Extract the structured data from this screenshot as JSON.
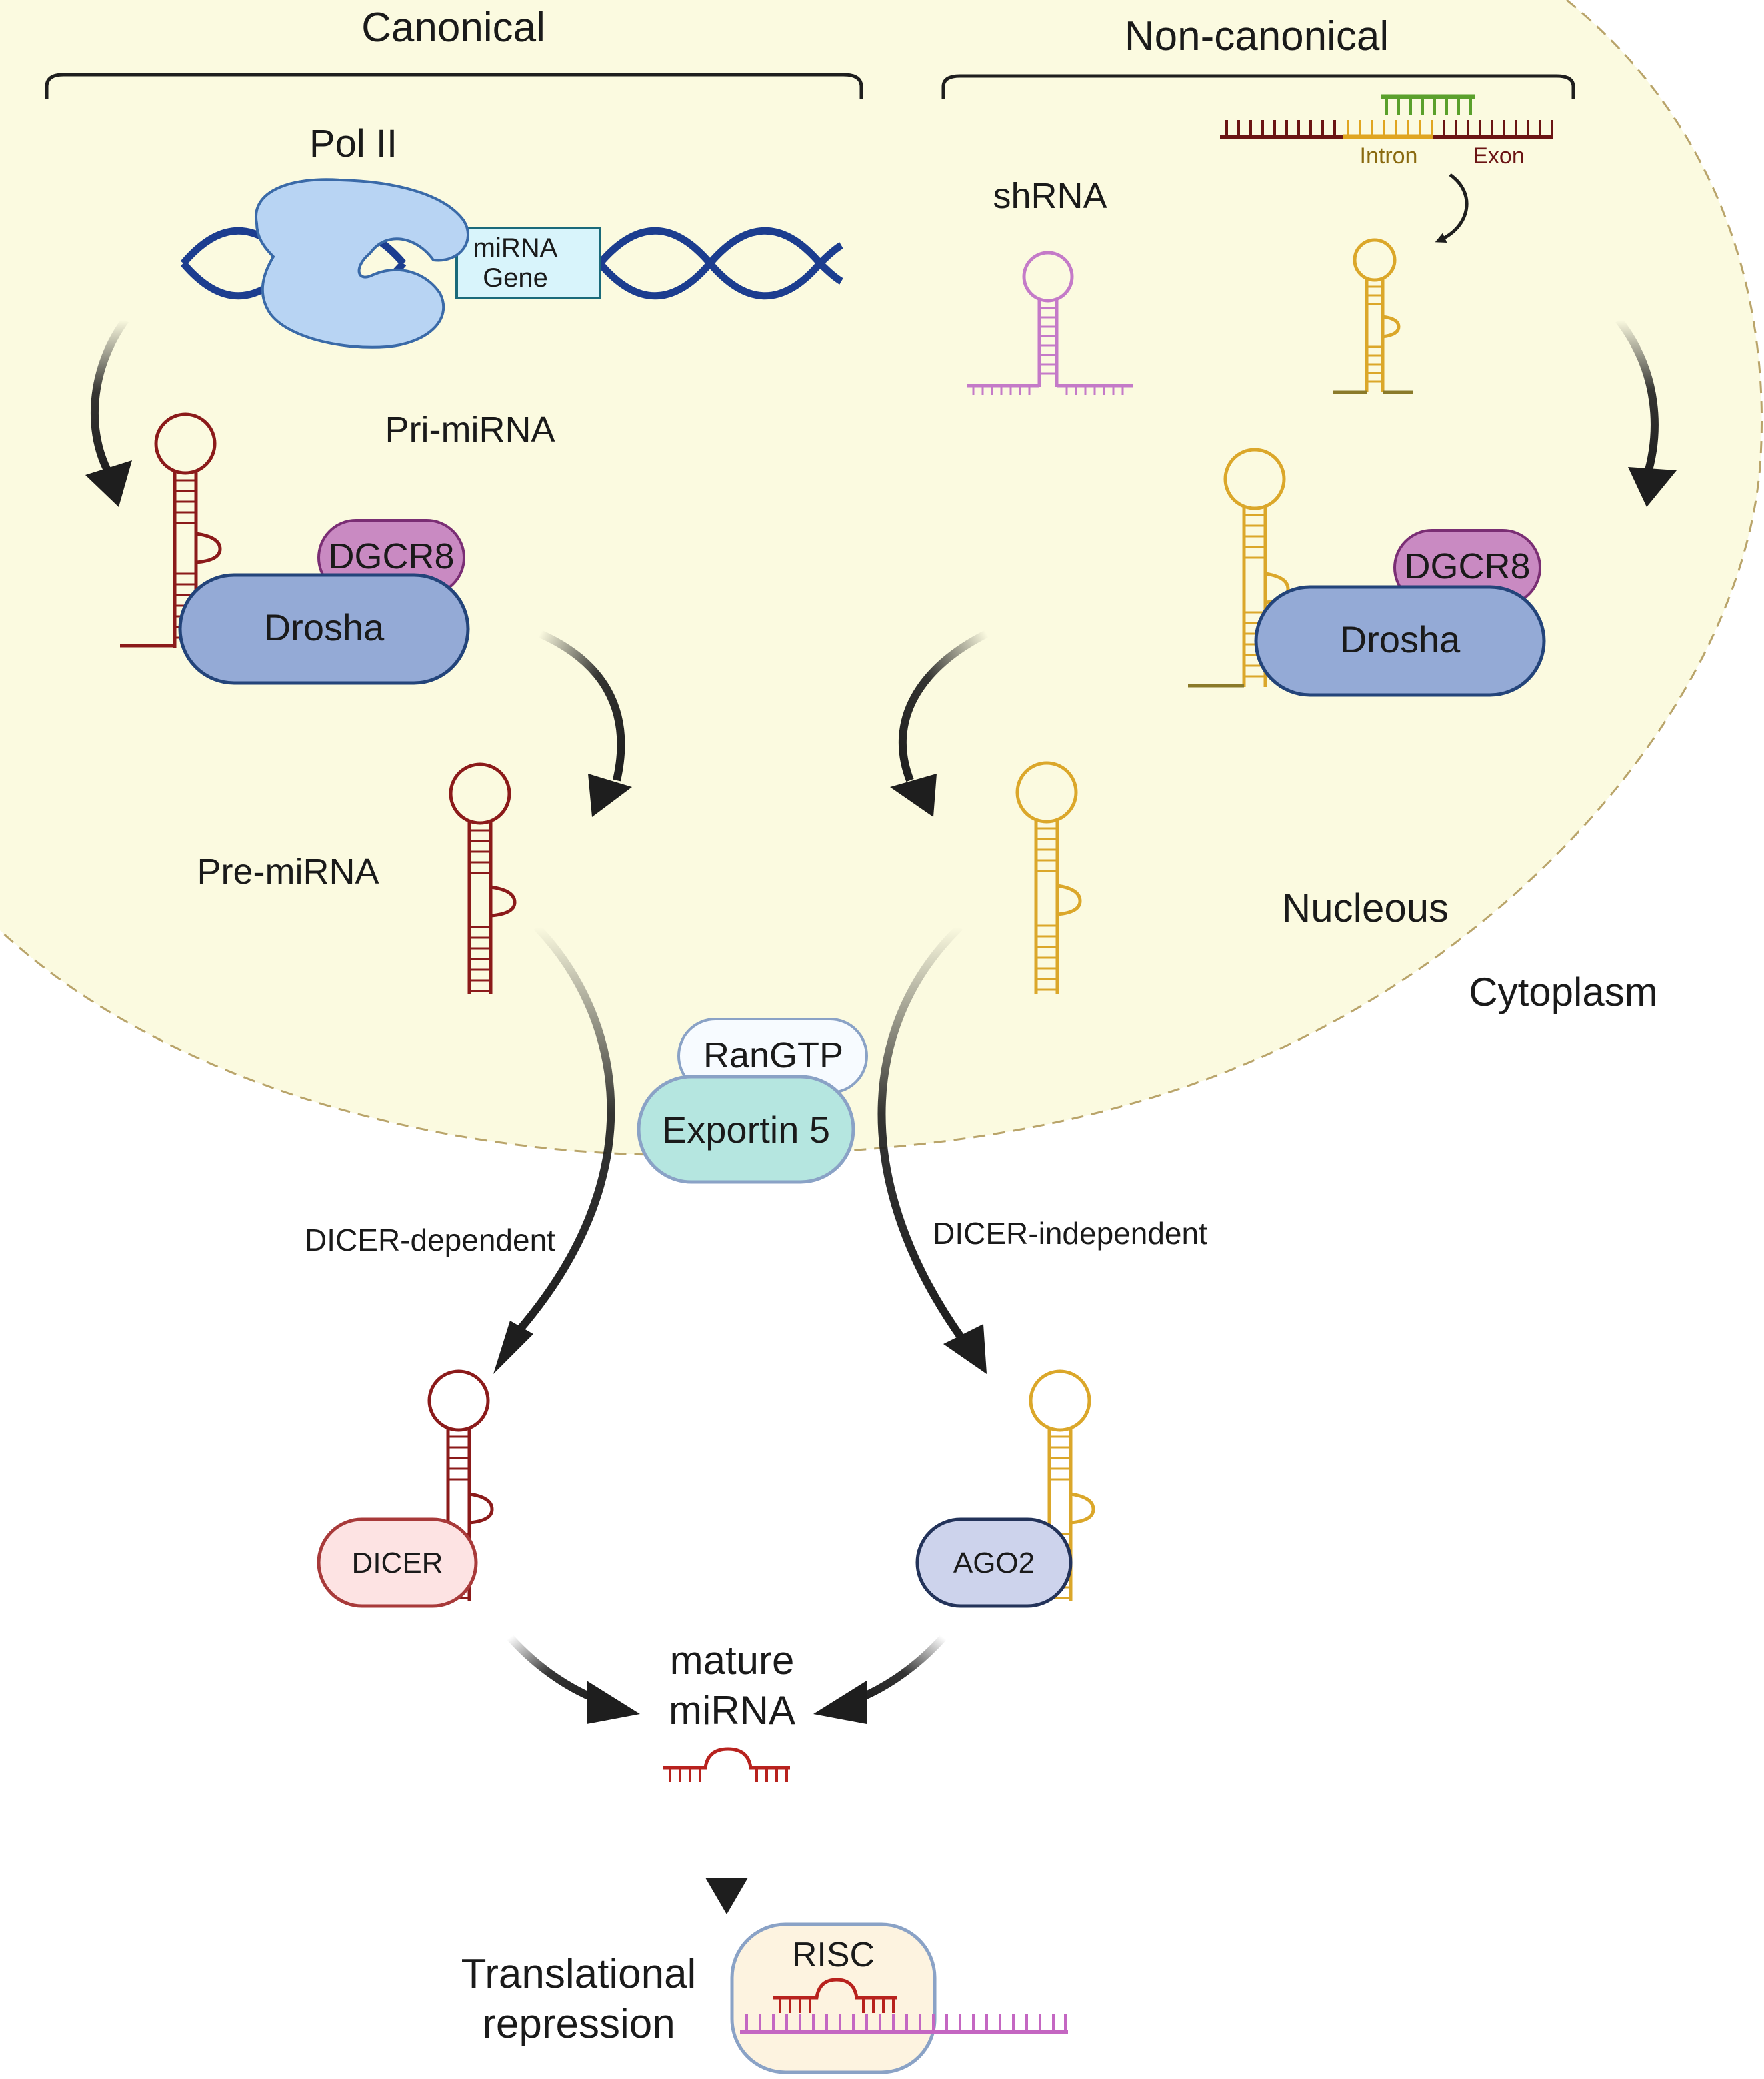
{
  "sections": {
    "canonical": "Canonical",
    "non_canonical": "Non-canonical"
  },
  "compartments": {
    "nucleus": "Nucleous",
    "cytoplasm": "Cytoplasm"
  },
  "labels": {
    "pol2": "Pol II",
    "mirna_gene_line1": "miRNA",
    "mirna_gene_line2": "Gene",
    "pri_mirna": "Pri-miRNA",
    "pre_mirna": "Pre-miRNA",
    "shrna": "shRNA",
    "intron": "Intron",
    "exon": "Exon",
    "dicer_dependent": "DICER-dependent",
    "dicer_independent": "DICER-independent",
    "mature_line1": "mature",
    "mature_line2": "miRNA",
    "translational_line1": "Translational",
    "translational_line2": "repression"
  },
  "proteins": {
    "dgcr8_left": "DGCR8",
    "drosha_left": "Drosha",
    "dgcr8_right": "DGCR8",
    "drosha_right": "Drosha",
    "rangtp": "RanGTP",
    "exportin5": "Exportin 5",
    "dicer": "DICER",
    "ago2": "AGO2",
    "risc": "RISC"
  },
  "colors": {
    "nucleus_fill": "#fbfae0",
    "nucleus_border": "#b9a46a",
    "canonical_rna": "#8b1a1a",
    "noncanonical_rna": "#dba72a",
    "shrna": "#c47ac8",
    "dna": "#1c3d8f",
    "drosha": "#94aad6",
    "dgcr8": "#c98ac2",
    "exportin": "#b5e6e0",
    "dicer": "#fde3e3",
    "ago2": "#cdd3ec",
    "risc": "#fdf3e0",
    "target_mrna": "#c467c2",
    "green_strand": "#5aa02c"
  }
}
